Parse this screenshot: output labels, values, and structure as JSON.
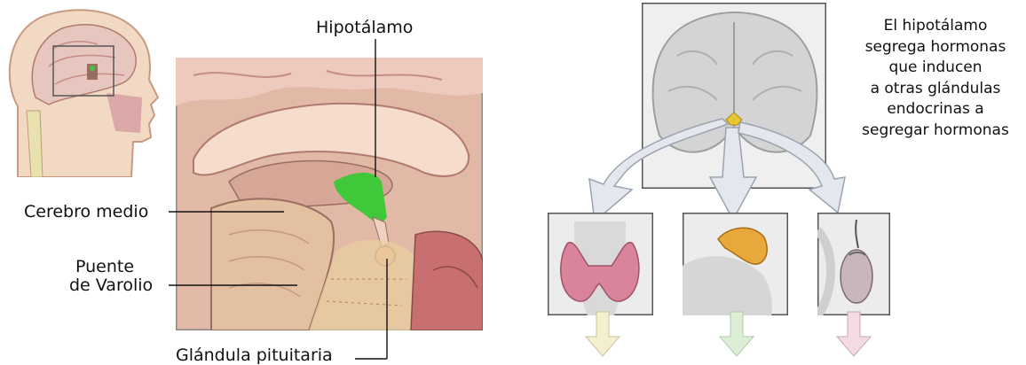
{
  "labels": {
    "hypothalamus": "Hipotálamo",
    "midbrain": "Cerebro medio",
    "pons_line1": "Puente",
    "pons_line2": "de Varolio",
    "pituitary": "Glándula pituitaria"
  },
  "caption": {
    "line1": "El hipotálamo",
    "line2": "segrega hormonas",
    "line3": "que inducen",
    "line4": "a otras glándulas",
    "line5": "endocrinas a",
    "line6": "segregar hormonas"
  },
  "colors": {
    "hypothalamus": "#3ec83a",
    "tissue_pink": "#e2b8a6",
    "brain_gray": "#d4d4d4",
    "arrow_fill": "#e4e8ee",
    "thyroid": "#d9849a",
    "adrenal": "#e8a83c",
    "gonad": "#c8b6be"
  }
}
